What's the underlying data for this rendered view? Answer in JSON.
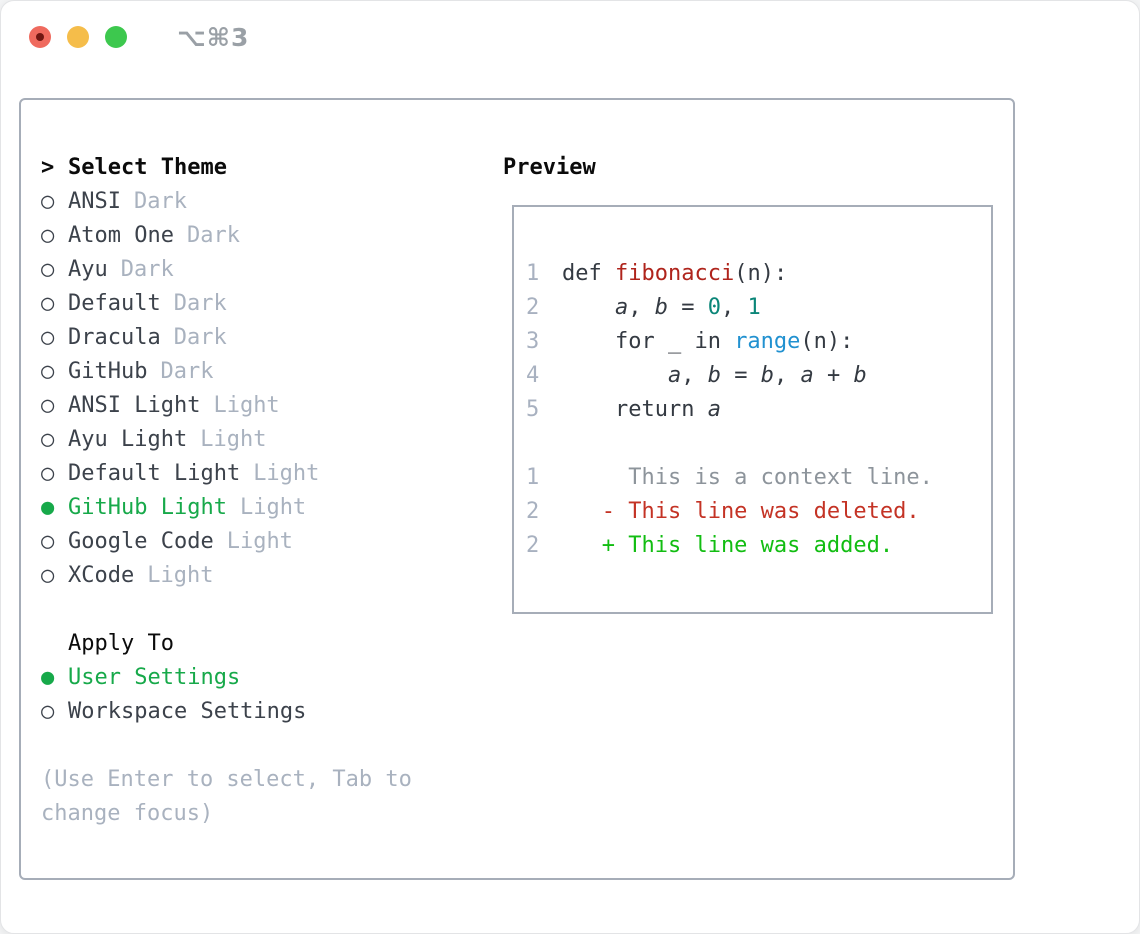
{
  "window": {
    "title": "⌥⌘3",
    "traffic_lights": [
      "close",
      "minimize",
      "zoom"
    ]
  },
  "theme_picker": {
    "prompt": ">",
    "title": "Select Theme",
    "themes": [
      {
        "name": "ANSI",
        "tag": "Dark",
        "selected": false
      },
      {
        "name": "Atom One",
        "tag": "Dark",
        "selected": false
      },
      {
        "name": "Ayu",
        "tag": "Dark",
        "selected": false
      },
      {
        "name": "Default",
        "tag": "Dark",
        "selected": false
      },
      {
        "name": "Dracula",
        "tag": "Dark",
        "selected": false
      },
      {
        "name": "GitHub",
        "tag": "Dark",
        "selected": false
      },
      {
        "name": "ANSI Light",
        "tag": "Light",
        "selected": false
      },
      {
        "name": "Ayu Light",
        "tag": "Light",
        "selected": false
      },
      {
        "name": "Default Light",
        "tag": "Light",
        "selected": false
      },
      {
        "name": "GitHub Light",
        "tag": "Light",
        "selected": true
      },
      {
        "name": "Google Code",
        "tag": "Light",
        "selected": false
      },
      {
        "name": "XCode",
        "tag": "Light",
        "selected": false
      }
    ],
    "bullet_selected": "●",
    "bullet_unselected": "○",
    "apply_to": {
      "title": "Apply To",
      "options": [
        {
          "name": "User Settings",
          "selected": true
        },
        {
          "name": "Workspace Settings",
          "selected": false
        }
      ]
    },
    "hint_lines": [
      "(Use Enter to select, Tab to",
      "change focus)"
    ]
  },
  "preview": {
    "title": "Preview",
    "code_lines": [
      {
        "num": "1",
        "segments": [
          {
            "t": "def ",
            "c": "code"
          },
          {
            "t": "fibonacci",
            "c": "func"
          },
          {
            "t": "(n):",
            "c": "code"
          }
        ]
      },
      {
        "num": "2",
        "segments": [
          {
            "t": "    ",
            "c": "code"
          },
          {
            "t": "a",
            "c": "var"
          },
          {
            "t": ", ",
            "c": "code"
          },
          {
            "t": "b",
            "c": "var"
          },
          {
            "t": " = ",
            "c": "code"
          },
          {
            "t": "0",
            "c": "num"
          },
          {
            "t": ", ",
            "c": "code"
          },
          {
            "t": "1",
            "c": "num"
          }
        ]
      },
      {
        "num": "3",
        "segments": [
          {
            "t": "    for _ in ",
            "c": "code"
          },
          {
            "t": "range",
            "c": "builtin"
          },
          {
            "t": "(n):",
            "c": "code"
          }
        ]
      },
      {
        "num": "4",
        "segments": [
          {
            "t": "        ",
            "c": "code"
          },
          {
            "t": "a",
            "c": "var"
          },
          {
            "t": ", ",
            "c": "code"
          },
          {
            "t": "b",
            "c": "var"
          },
          {
            "t": " = ",
            "c": "code"
          },
          {
            "t": "b",
            "c": "var"
          },
          {
            "t": ", ",
            "c": "code"
          },
          {
            "t": "a",
            "c": "var"
          },
          {
            "t": " + ",
            "c": "code"
          },
          {
            "t": "b",
            "c": "var"
          }
        ]
      },
      {
        "num": "5",
        "segments": [
          {
            "t": "    return ",
            "c": "code"
          },
          {
            "t": "a",
            "c": "var"
          }
        ]
      },
      {
        "num": "",
        "segments": []
      },
      {
        "num": "1",
        "segments": [
          {
            "t": "     This is a context line.",
            "c": "context"
          }
        ]
      },
      {
        "num": "2",
        "segments": [
          {
            "t": "   - This line was deleted.",
            "c": "deleted"
          }
        ]
      },
      {
        "num": "2",
        "segments": [
          {
            "t": "   + This line was added.",
            "c": "added"
          }
        ]
      }
    ]
  },
  "colors": {
    "accent_green": "#17a94a",
    "added_green": "#12bd12",
    "deleted_red": "#c43325",
    "function_red": "#af241c",
    "number_teal": "#0b8678",
    "builtin_blue": "#2191d0",
    "text_black": "#0b0b0b",
    "theme_name_gray": "#3c424b",
    "muted_gray": "#a9b2bf",
    "context_gray": "#8d949b",
    "line_number_gray": "#a8b1c0",
    "border_gray": "#a6adb8",
    "traffic_red": "#ef6a5e",
    "traffic_yellow": "#f5bd4a",
    "traffic_green": "#3dc84e"
  }
}
